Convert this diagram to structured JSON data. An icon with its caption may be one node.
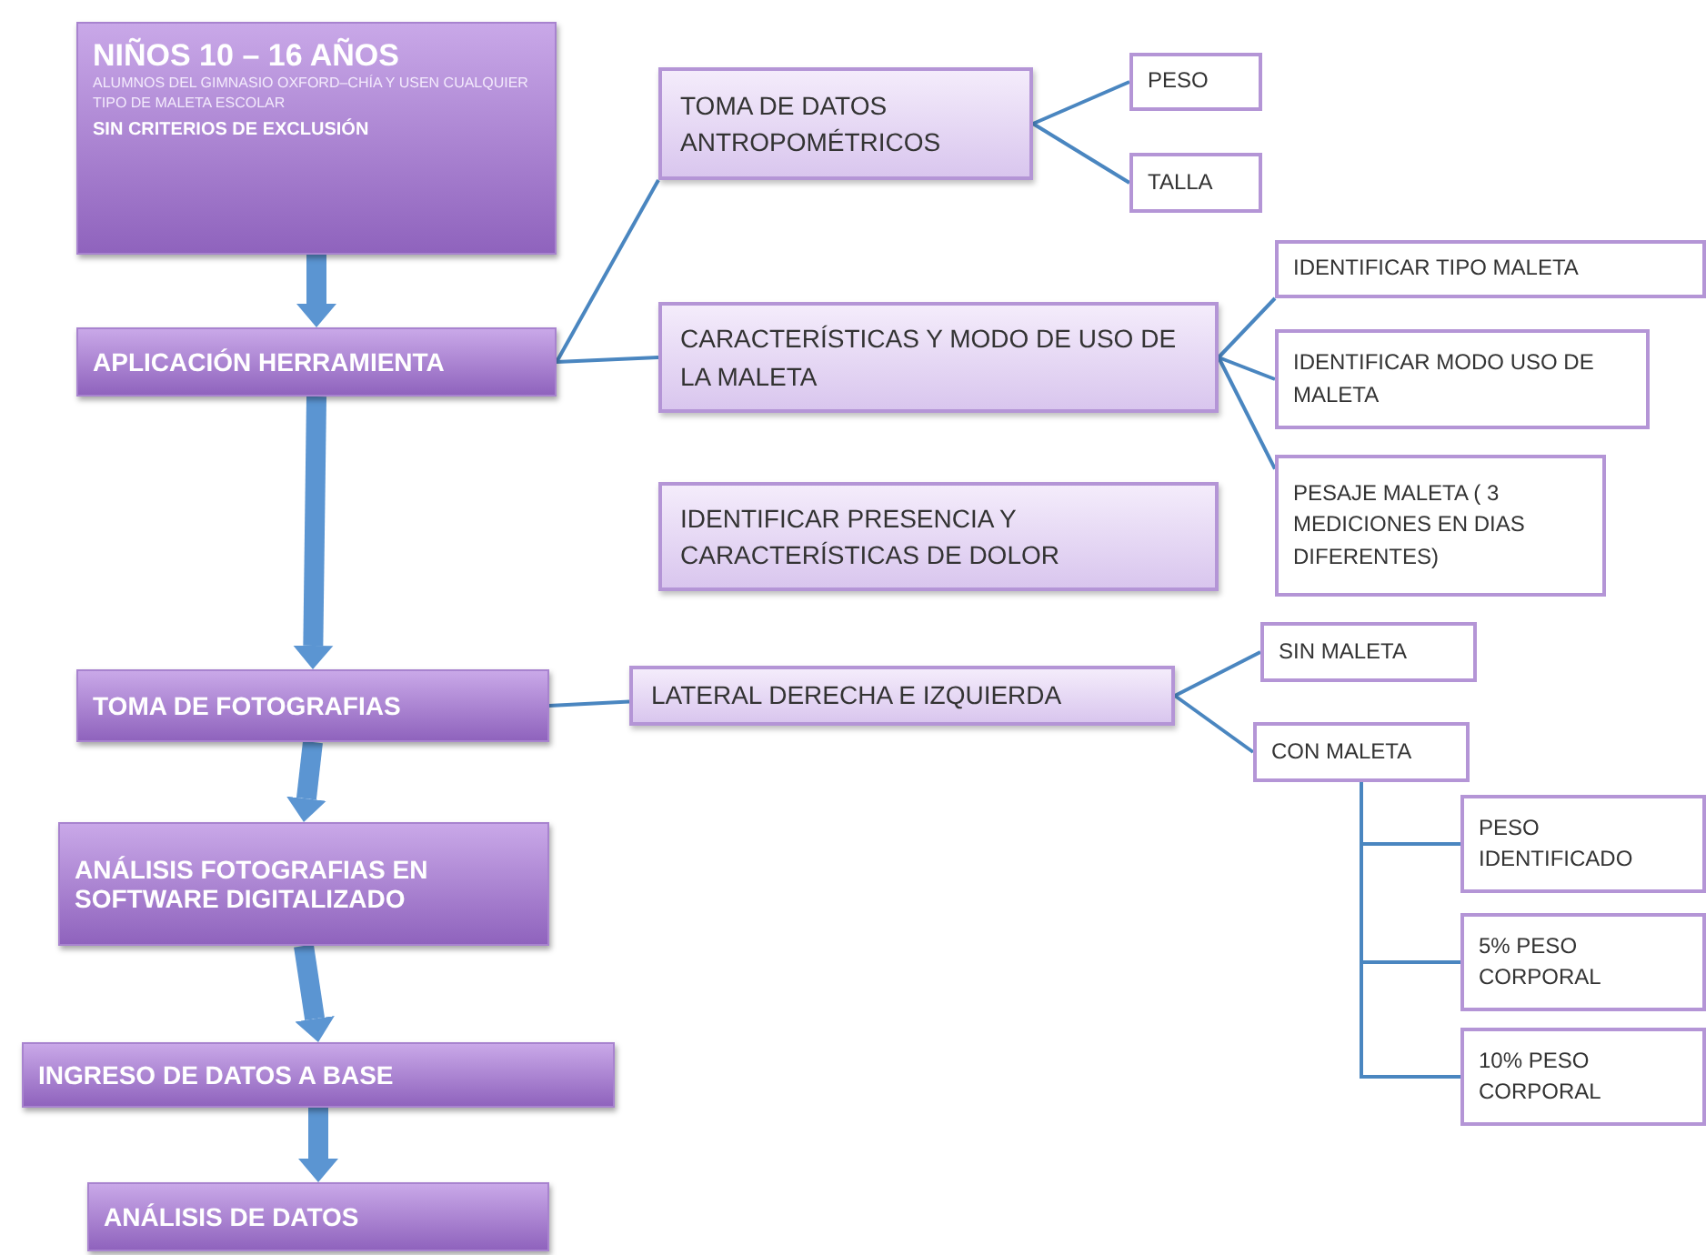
{
  "diagram": {
    "nodes": [
      {
        "text": [
          "NIÑOS 10 – 16 AÑOS",
          "ALUMNOS DEL GIMNASIO OXFORD–CHÍA Y USEN CUALQUIER TIPO DE MALETA ESCOLAR",
          "SIN CRITERIOS DE EXCLUSIÓN"
        ]
      },
      {
        "text": [
          "APLICACIÓN HERRAMIENTA"
        ]
      },
      {
        "text": [
          "TOMA DE DATOS ANTROPOMÉTRICOS"
        ]
      },
      {
        "text": [
          "PESO"
        ]
      },
      {
        "text": [
          "TALLA"
        ]
      },
      {
        "text": [
          "CARACTERÍSTICAS Y MODO DE USO DE LA MALETA"
        ]
      },
      {
        "text": [
          "IDENTIFICAR TIPO MALETA"
        ]
      },
      {
        "text": [
          "IDENTIFICAR MODO USO DE MALETA"
        ]
      },
      {
        "text": [
          "PESAJE MALETA ( 3 MEDICIONES EN DIAS DIFERENTES)"
        ]
      },
      {
        "text": [
          "IDENTIFICAR PRESENCIA Y CARACTERÍSTICAS DE DOLOR"
        ]
      },
      {
        "text": [
          "TOMA DE FOTOGRAFIAS"
        ]
      },
      {
        "text": [
          "LATERAL DERECHA E IZQUIERDA"
        ]
      },
      {
        "text": [
          "SIN MALETA"
        ]
      },
      {
        "text": [
          "CON MALETA"
        ]
      },
      {
        "text": [
          "PESO IDENTIFICADO"
        ]
      },
      {
        "text": [
          "5% PESO CORPORAL"
        ]
      },
      {
        "text": [
          "10% PESO CORPORAL"
        ]
      },
      {
        "text": [
          "ANÁLISIS FOTOGRAFIAS EN SOFTWARE DIGITALIZADO"
        ]
      },
      {
        "text": [
          "INGRESO DE DATOS A BASE"
        ]
      },
      {
        "text": [
          "ANÁLISIS DE DATOS"
        ]
      }
    ],
    "edges": [
      {
        "from": 0,
        "to": 1,
        "arrow": "to",
        "style": "thick"
      },
      {
        "from": 1,
        "to": 2,
        "arrow": "none"
      },
      {
        "from": 1,
        "to": 5,
        "arrow": "none"
      },
      {
        "from": 2,
        "to": 3,
        "arrow": "none"
      },
      {
        "from": 2,
        "to": 4,
        "arrow": "none"
      },
      {
        "from": 5,
        "to": 6,
        "arrow": "none"
      },
      {
        "from": 5,
        "to": 7,
        "arrow": "none"
      },
      {
        "from": 5,
        "to": 8,
        "arrow": "none"
      },
      {
        "from": 1,
        "to": 10,
        "arrow": "to",
        "style": "thick"
      },
      {
        "from": 10,
        "to": 11,
        "arrow": "none"
      },
      {
        "from": 11,
        "to": 12,
        "arrow": "none"
      },
      {
        "from": 11,
        "to": 13,
        "arrow": "none"
      },
      {
        "from": 13,
        "to": 14,
        "arrow": "none"
      },
      {
        "from": 13,
        "to": 15,
        "arrow": "none"
      },
      {
        "from": 13,
        "to": 16,
        "arrow": "none"
      },
      {
        "from": 10,
        "to": 17,
        "arrow": "to",
        "style": "thick"
      },
      {
        "from": 17,
        "to": 18,
        "arrow": "to",
        "style": "thick"
      },
      {
        "from": 18,
        "to": 19,
        "arrow": "to",
        "style": "thick"
      }
    ]
  }
}
